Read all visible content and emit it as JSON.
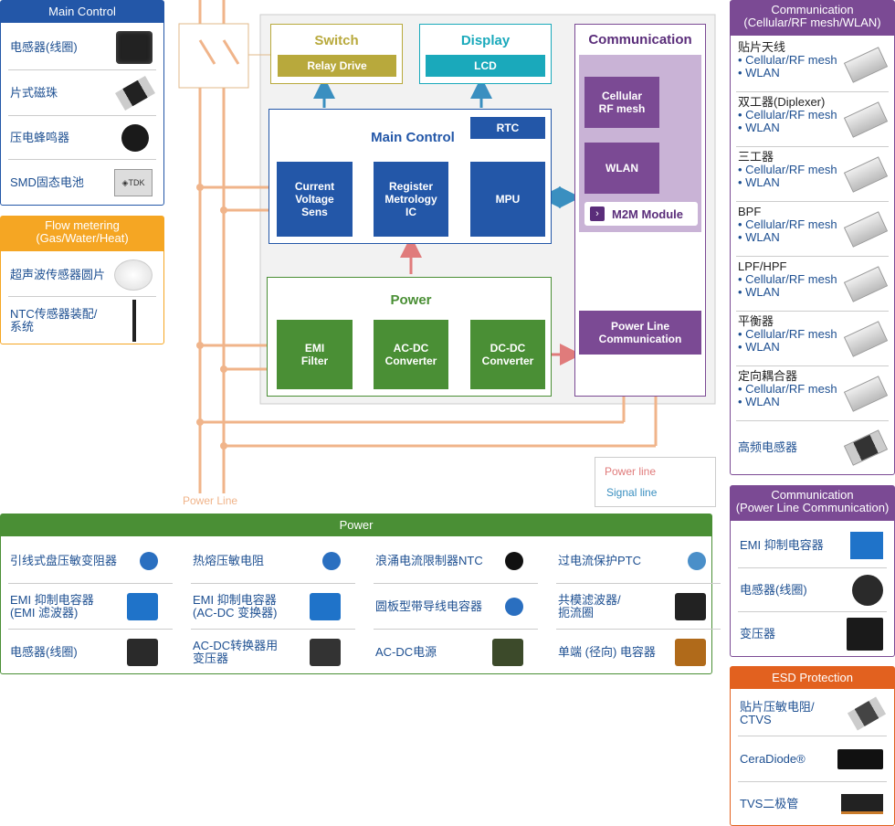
{
  "main_control": {
    "title": "Main Control",
    "items": [
      "电感器(线圈)",
      "片式磁珠",
      "压电蜂鸣器",
      "SMD固态电池"
    ],
    "tdk": "◈TDK"
  },
  "flow": {
    "title": "Flow metering\n(Gas/Water/Heat)",
    "items": [
      "超声波传感器圆片",
      "NTC传感器装配/\n系统"
    ]
  },
  "diagram": {
    "switch_title": "Switch",
    "relay": "Relay Drive",
    "display_title": "Display",
    "lcd": "LCD",
    "main_control_title": "Main Control",
    "rtc": "RTC",
    "current": "Current\nVoltage\nSens",
    "register": "Register\nMetrology\nIC",
    "mpu": "MPU",
    "power_title": "Power",
    "emi": "EMI\nFilter",
    "acdc": "AC-DC\nConverter",
    "dcdc": "DC-DC\nConverter",
    "comm_title": "Communication",
    "cellular": "Cellular\nRF mesh",
    "wlan": "WLAN",
    "m2m": "M2M Module",
    "plc": "Power Line\nCommunication",
    "power_line_label": "Power Line"
  },
  "legend": {
    "power_line": "Power line",
    "signal_line": "Signal line"
  },
  "colors": {
    "power_line": "#f0b48a",
    "signal": "#3a8fc0",
    "power_arrow": "#e07b7b",
    "blue_block": "#2357a8",
    "green_block": "#4a8f35",
    "purple": "#7b4a94",
    "olive": "#b8a93c",
    "teal": "#1aa9bb"
  },
  "comm_rf": {
    "title": "Communication\n(Cellular/RF mesh/WLAN)",
    "items": [
      {
        "name": "贴片天线",
        "subs": [
          "• Cellular/RF mesh",
          "• WLAN"
        ]
      },
      {
        "name": "双工器(Diplexer)",
        "subs": [
          "• Cellular/RF mesh",
          "• WLAN"
        ]
      },
      {
        "name": "三工器",
        "subs": [
          "• Cellular/RF mesh",
          "• WLAN"
        ]
      },
      {
        "name": "BPF",
        "subs": [
          "• Cellular/RF mesh",
          "• WLAN"
        ]
      },
      {
        "name": "LPF/HPF",
        "subs": [
          "• Cellular/RF mesh",
          "• WLAN"
        ]
      },
      {
        "name": "平衡器",
        "subs": [
          "• Cellular/RF mesh",
          "• WLAN"
        ]
      },
      {
        "name": "定向耦合器",
        "subs": [
          "• Cellular/RF mesh",
          "• WLAN"
        ]
      },
      {
        "name": "高频电感器",
        "subs": []
      }
    ]
  },
  "comm_plc": {
    "title": "Communication\n(Power Line Communication)",
    "items": [
      "EMI 抑制电容器",
      "电感器(线圈)",
      "变压器"
    ]
  },
  "esd": {
    "title": "ESD Protection",
    "items": [
      "贴片压敏电阻/\nCTVS",
      "CeraDiode®",
      "TVS二极管"
    ]
  },
  "power_panel": {
    "title": "Power",
    "items": [
      "引线式盘压敏变阻器",
      "热熔压敏电阻",
      "浪涌电流限制器NTC",
      "过电流保护PTC",
      "EMI 抑制电容器\n(EMI 滤波器)",
      "EMI 抑制电容器\n(AC-DC 变换器)",
      "圆板型带导线电容器",
      "共模滤波器/\n扼流圈",
      "电感器(线圈)",
      "AC-DC转换器用\n变压器",
      "AC-DC电源",
      "单端 (径向) 电容器"
    ]
  }
}
